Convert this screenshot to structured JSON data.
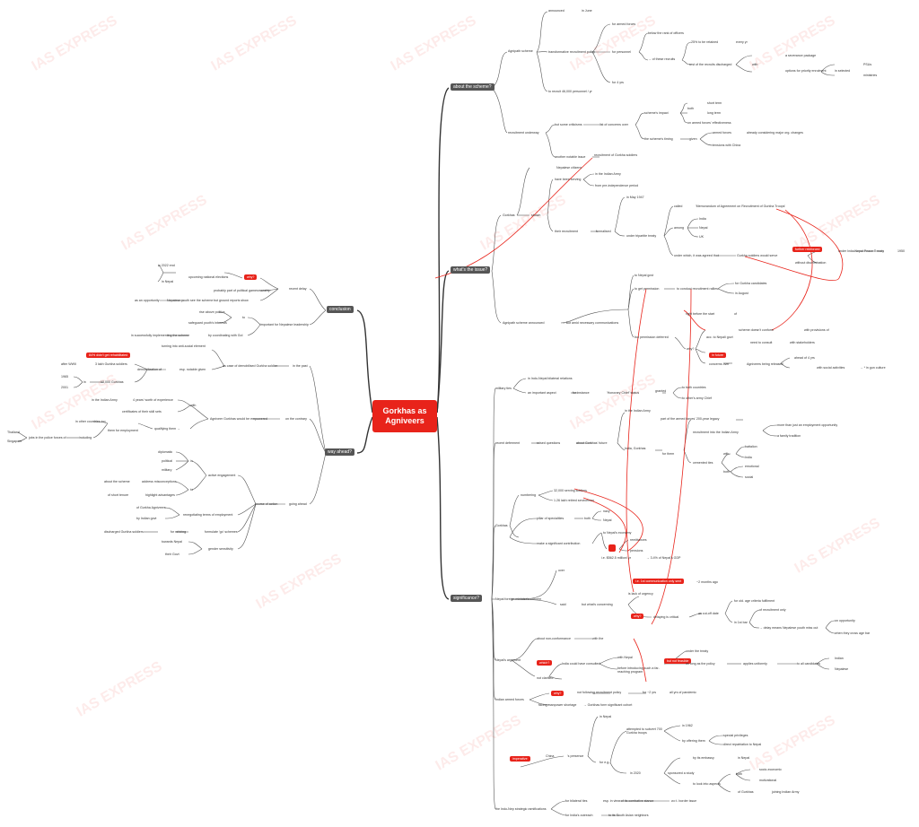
{
  "watermark": "IAS EXPRESS",
  "central": "Gorkhas as Agniveers",
  "branches": {
    "about": "about the scheme?",
    "issue": "what's the issue?",
    "significance": "significance?",
    "conclusion": "conclusion",
    "way": "way ahead?"
  },
  "about_nodes": {
    "agnipath": "Agnipath scheme",
    "announced": "announced",
    "in_june": "in June",
    "transformative": "transformative recruitment policy",
    "armed_forces": "for armed forces",
    "personnel": "for personnel",
    "below_rank": "below the rank of officers",
    "pct25": "25% to be retained",
    "every_yr": "every yr",
    "rest": "rest of the recruits discharged",
    "with": "with",
    "severance": "a severance package",
    "options": "options for priority enrolment",
    "in_selected": "in selected",
    "psus": "PSUs",
    "ministries": "ministries",
    "four_in_three": "→ of these recruits",
    "for4": "for 4 yrs",
    "recruit": "to recruit 46,000 personnel / yr",
    "received": "recruitment underway",
    "criticisms": "but some criticisms",
    "concerns": "list of concerns over",
    "impact": "scheme's impact",
    "both": "both",
    "short": "short term",
    "long": "long term",
    "effectiveness": "on armed forces' effectiveness",
    "timing": "the scheme's timing",
    "given": "given",
    "forces": "armed forces",
    "major": "already considering major org. changes",
    "tensions": "tensions with China",
    "notable": "another notable issue",
    "gorkha_recruit": "recruitment of Gorkha soldiers"
  },
  "issue_nodes": {
    "gorkhas": "Gorkhas",
    "shown": "shown",
    "nepalese": "Nepalese citizens",
    "serving": "have been serving",
    "indian_army": "in the Indian Army",
    "pre_ind": "from pre-independence period",
    "their_recruit": "their recruitment",
    "formalised": "formalised",
    "may1947": "in May 1947",
    "tripartite": "under tripartite treaty",
    "called": "called",
    "memo": "'Memorandum of Agreement on Recruitment of Gurkha Troops'",
    "among": "among",
    "india": "India",
    "nepal": "Nepal",
    "uk": "UK",
    "under_which": "under which, it was agreed that",
    "serve": "Gurkha soldiers would serve",
    "further": "further reinforced",
    "without": "without discrimination",
    "treaty": "under Indo-Nepal Peace T reaty",
    "y1950": "1950",
    "agni_ann": "Agnipath scheme announced",
    "but_amid": "→ But amid necessary communications",
    "to_nepal": "to Nepal govt",
    "permission": "to get permission",
    "conduct": "to conduct recruitment rallies",
    "gurkha_cand": "for Gurkha candidates",
    "august": "in August",
    "right": "right before the start",
    "of": "of",
    "deferred": "but permission deferred",
    "why": "why?",
    "scheme_not": "scheme doesn't conform",
    "provisions": "with provisions of",
    "acc": "acc. to Nepali govt",
    "need": "need to consult",
    "stake": "with stakeholders",
    "concerns_over": "concerns over",
    "agniveers": "Agniveers being released",
    "in_future": "in future",
    "ahead": "ahead of 4 yrs",
    "unrest": "with social activities",
    "gun_culture": "→ * in gun culture"
  },
  "sig_nodes": {
    "military": "military ties",
    "indo": "in Indo-Nepal bilateral relations",
    "important": "an important aspect",
    "for_instance": "for instance",
    "honorary": "'Honorary Chief' status",
    "granted": "granted",
    "both_countries": "to both countries",
    "army_chief": "to other's army Chief",
    "recent": "recent deferment",
    "raised": "raised questions",
    "future": "about Gorkhas' future",
    "in_army": "in the Indian Army",
    "india_gorkhas": "India, Gorkhas",
    "part": "part of the armed forces' 200-year legacy",
    "for_them": "for them",
    "recruitment_into": "recruitment into the Indian Army",
    "more_than": "more than just an employment opportunity",
    "family": "a family tradition",
    "cemented": "cemented ties",
    "with": "with",
    "battalion": "battalion",
    "india2": "India",
    "both2": "both",
    "emotional": "emotional",
    "social": "social",
    "gorkhas2": "Gorkhas",
    "numbering": "numbering",
    "serving": "32,000 serving soldiers",
    "pensioners": "1.26 lakh retired servicemen",
    "pillar": "pillar of specialities",
    "both3": "both",
    "navy": "navy",
    "nepal2": "Nepal",
    "make": "make a significant contribution",
    "to_economy": "to Nepal's economy",
    "remittances": "remittances",
    "pensions": "pensions",
    "usd": "i.e. $562.5 million/ yr",
    "gdp": "→ 3.4% of Nepal's GDP",
    "over": "over",
    "nepal_concern": "Nepal foreign minister's concern",
    "said": "said",
    "bad": "but what's concerning",
    "lack_of": "is lack of urgency",
    "urgency_red": "i.e. 1st communication only sent",
    "months": "~2 months ago",
    "why_red": "why?",
    "delaying": "delaying is critical",
    "cutoff": "as cut-off date",
    "for_old": "for old. age criteria fulfilment",
    "recruitment_only": "of recruitment only",
    "delay_means": "→ delay means Nepalese youth miss out",
    "opp": "on opportunity",
    "age_bar": "when they cross age bar",
    "ist_bar": "in 1st bar",
    "nepal_arg": "Nepal's argument",
    "about_non": "about non-conformance",
    "with_the": "with the",
    "india_could": "India could have consulted",
    "with_nepal": "with Nepal",
    "before": "before introducing such a far-reaching program",
    "but_not": "but not feasible",
    "under_treaty": "under the treaty",
    "as_long": "as long as the policy",
    "applies": "applies uniformly",
    "to_all": "to all candidates",
    "indian": "Indian",
    "nepalese2": "Nepalese",
    "which_red": "which?",
    "not_clarified": "not clarified",
    "indian_forces": "Indian armed forces",
    "why2": "why?",
    "not_following": "not following recruitment policy",
    "for_yrs": "for ~2 yrs",
    "pandemic": "all yrs of pandemic",
    "facing": "facing manpower shortage",
    "gorkhas_form": "→ Gorkhas form significant cohort",
    "strategic": "the Indo-Nep strategic ramifications",
    "imperative_red": "imperative",
    "china": "China",
    "presence": "'s presence",
    "in_nepal": "in Nepal",
    "attempted": "attempted to subvert 700 Gurkha troops",
    "y1962": "in 1962",
    "offering": "by offering them",
    "special": "special privileges",
    "direct": "direct repatriation to Nepal",
    "for_eg": "for e.g.,",
    "y2020": "in 2020",
    "sponsored": "sponsored a study",
    "by_embassy": "by its embassy",
    "in_nepal2": "in Nepal",
    "to_look": "to look into aspects",
    "both4": "both",
    "socio": "socio-economic",
    "motivational": "motivational",
    "of_gurkhas": "of Gurkhas",
    "joining": "joining Indian Army",
    "bilateral": "for bilateral ties",
    "esp": "esp. in view of its combative stance",
    "border": "w.r.t. border issue",
    "outreach": "for India's outreach",
    "neighbors": "to its South Asian neighbors"
  },
  "concl_nodes": {
    "recent": "recent delay",
    "upcoming": "upcoming national elections",
    "y2022": "in 2022 end",
    "in_nepal": "in Nepal",
    "why_red": "why?",
    "probably": "probably part of political gamesmanship",
    "but_ground": "but ground reports show",
    "nepalese_youth": "Nepalese youth see the scheme",
    "as_opp": "as an opportunity",
    "important": "important for Nepalese leadership",
    "to": "to",
    "rise_above": "rise above politics",
    "safeguard": "safeguard youth's interests",
    "cooperating": "by coordinating with GoI",
    "successfully": "in successfully implementing the scheme"
  },
  "way_nodes": {
    "past": "in the past",
    "as_case": "as case of demobilised Gurkha soldier",
    "turning": "turning into anti-social element",
    "esp": "esp. notable given",
    "demob": "demobilization of",
    "red_label": "84% didn't get rehabilitated",
    "gurkha_soldiers": "3 lakh Gurkha soldiers",
    "after_ww2": "after WWII",
    "lakh13": "13,000 Gurkhas",
    "in": "in",
    "y1965": "1965",
    "y2001": "2001",
    "on_contrary": "on the contrary",
    "empowered": "Agniveer Gurkhas would be empowered",
    "with": "with",
    "four_years": "4 years' worth of experience",
    "in_army": "in the Indian Army",
    "certificates": "certificates of their skill sets",
    "qualifying": "qualifying them →",
    "for_employment": "them for employment",
    "other_countries": "in other countries too",
    "including": "including",
    "jobs": "jobs in the police forces of",
    "thailand": "Thailand",
    "singapore": "Singapore",
    "going_ahead": "going ahead",
    "course": "course of action",
    "active": "active engagement",
    "in2": "in",
    "diplomatic": "diplomatic",
    "political": "political",
    "military": "military",
    "to": "to",
    "about_scheme": "about the scheme",
    "address": "address misconceptions",
    "highlight": "highlight advantages",
    "short_tenure": "of short tenure",
    "renegotiating": "renegotiating terms of employment",
    "of_gurkha": "of Gurkha Agniveers",
    "by_indian": "by Indian govt",
    "for_rehiring": "for rehiring",
    "post_scheme": "formulate 'go' schemes",
    "discharged": "discharged Gurkha soldiers",
    "gender": "gender sensitivity",
    "towards_nepal": "towards Nepal",
    "their_govt": "their Govt"
  }
}
